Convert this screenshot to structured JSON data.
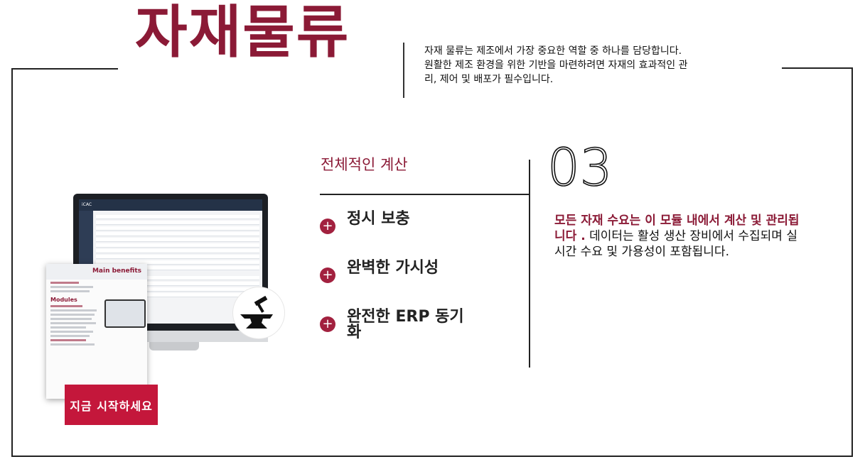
{
  "header": {
    "title": "자재물류",
    "intro_lines": [
      "자재 물류는 제조에서 가장 중요한 역할 중 하나를 담당합니다.",
      "원활한 제조 환경을 위한 기반을 마련하려면 자재의 효과적인 관",
      "리, 제어 및 배포가 필수입니다."
    ]
  },
  "section": {
    "title": "전체적인 계산",
    "features": [
      {
        "icon": "plus-icon",
        "label": "정시 보충"
      },
      {
        "icon": "plus-icon",
        "label": "완벽한 가시성"
      },
      {
        "icon": "plus-icon",
        "label": "완전한 ERP 동기화"
      }
    ]
  },
  "detail": {
    "number": "03",
    "highlight": "모든 자재 수요는 이 모듈 내에서 계산 및 관리됩니다 .",
    "body": "데이터는 활성 생산 장비에서 수집되며 실시간 수요 및 가용성이 포함됩니다."
  },
  "brochure": {
    "heading": "Main benefits",
    "modules": "Modules"
  },
  "cta": {
    "label": "지금 시작하세요"
  },
  "badge": {
    "icon": "anvil-hammer-icon"
  },
  "colors": {
    "brand": "#8b1a36",
    "cta": "#c4173b"
  }
}
